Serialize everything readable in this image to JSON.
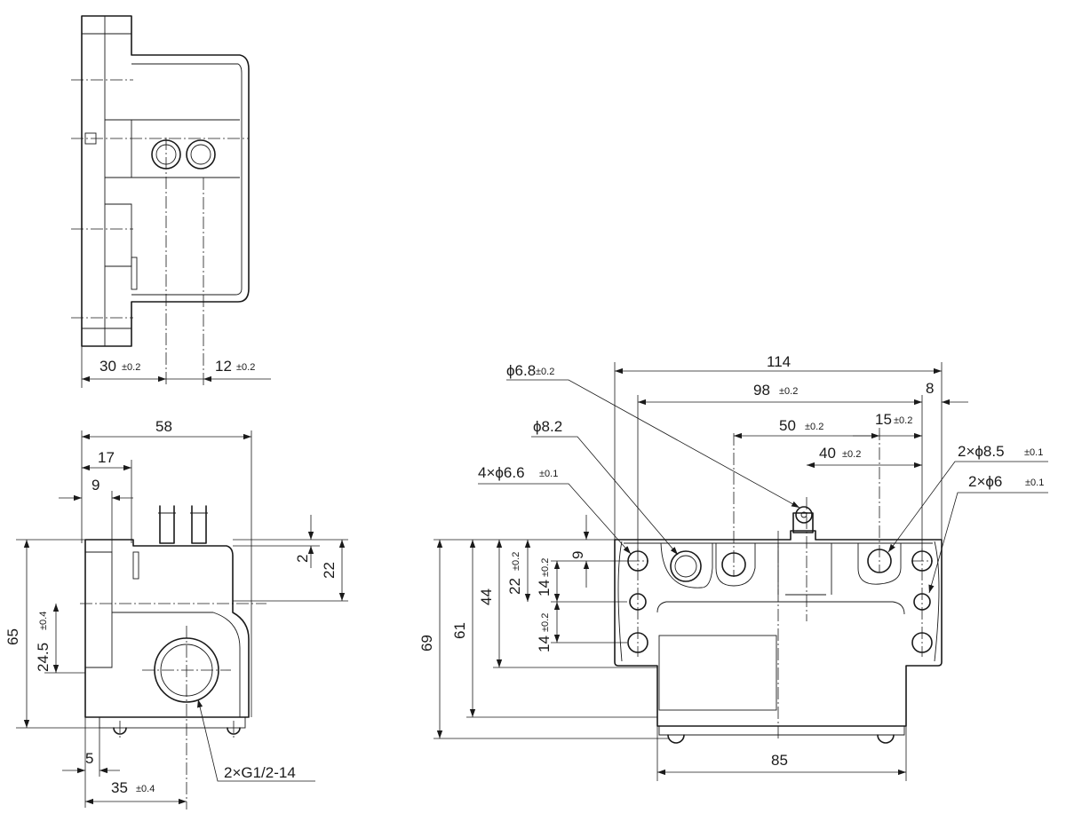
{
  "dimensions": {
    "side_top": {
      "d30": "30",
      "d30_tol": "±0.2",
      "d12": "12",
      "d12_tol": "±0.2"
    },
    "side_bottom": {
      "d58": "58",
      "d17": "17",
      "d9": "9",
      "d65": "65",
      "d24_5": "24.5",
      "d24_5_tol": "±0.4",
      "d2": "2",
      "d22": "22",
      "d5": "5",
      "d35": "35",
      "d35_tol": "±0.4",
      "conduit": "2×G1/2-14"
    },
    "front": {
      "d114": "114",
      "d98": "98",
      "d98_tol": "±0.2",
      "d8": "8",
      "d50": "50",
      "d50_tol": "±0.2",
      "d15": "15",
      "d15_tol": "±0.2",
      "d40": "40",
      "d40_tol": "±0.2",
      "hole_6_8": "ϕ6.8",
      "hole_6_8_tol": "±0.2",
      "hole_8_2": "ϕ8.2",
      "holes_6_6": "4×ϕ6.6",
      "holes_6_6_tol": "±0.1",
      "holes_8_5": "2×ϕ8.5",
      "holes_8_5_tol": "±0.1",
      "holes_6": "2×ϕ6",
      "holes_6_tol": "±0.1",
      "d9v": "9",
      "d22v": "22",
      "d22v_tol": "±0.2",
      "d14a": "14",
      "d14a_tol": "±0.2",
      "d14b": "14",
      "d14b_tol": "±0.2",
      "d44": "44",
      "d61": "61",
      "d69": "69",
      "d85": "85"
    }
  }
}
